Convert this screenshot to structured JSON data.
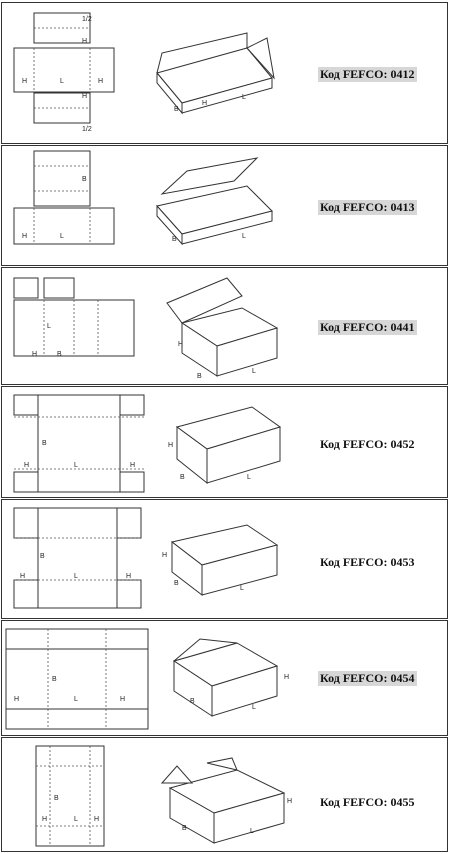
{
  "rows": [
    {
      "code": "Код FEFCO: 0412",
      "highlighted": true,
      "labels": {
        "b": "B",
        "half": "1/2",
        "h": "H",
        "l": "L"
      }
    },
    {
      "code": "Код FEFCO: 0413",
      "highlighted": true,
      "labels": {
        "b": "B",
        "h": "H",
        "l": "L"
      }
    },
    {
      "code": "Код FEFCO: 0441",
      "highlighted": true,
      "labels": {
        "b": "B",
        "h": "H",
        "l": "L"
      }
    },
    {
      "code": "Код FEFCO: 0452",
      "highlighted": false,
      "labels": {
        "b": "B",
        "h": "H",
        "l": "L"
      }
    },
    {
      "code": "Код FEFCO: 0453",
      "highlighted": false,
      "labels": {
        "b": "B",
        "h": "H",
        "l": "L"
      }
    },
    {
      "code": "Код FEFCO: 0454",
      "highlighted": true,
      "labels": {
        "b": "B",
        "h": "H",
        "l": "L"
      }
    },
    {
      "code": "Код FEFCO: 0455",
      "highlighted": false,
      "labels": {
        "b": "B",
        "h": "H",
        "l": "L"
      }
    }
  ]
}
